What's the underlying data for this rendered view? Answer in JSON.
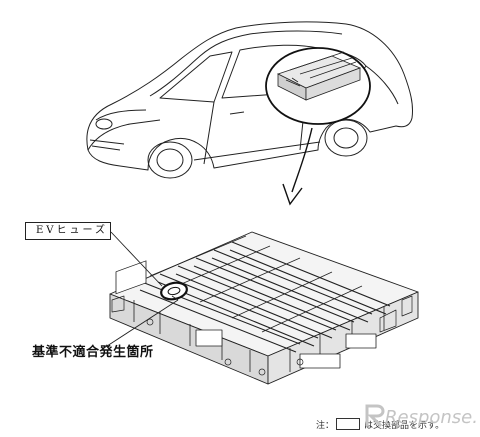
{
  "labels": {
    "ev_fuse": "EVヒューズ",
    "nonconforming_location": "基準不適合発生箇所"
  },
  "note": {
    "prefix": "注：",
    "suffix": "は交換部品を示す。"
  },
  "watermark": {
    "brand": "Response."
  },
  "colors": {
    "line": "#222222",
    "watermark": "#b8b8b8"
  }
}
